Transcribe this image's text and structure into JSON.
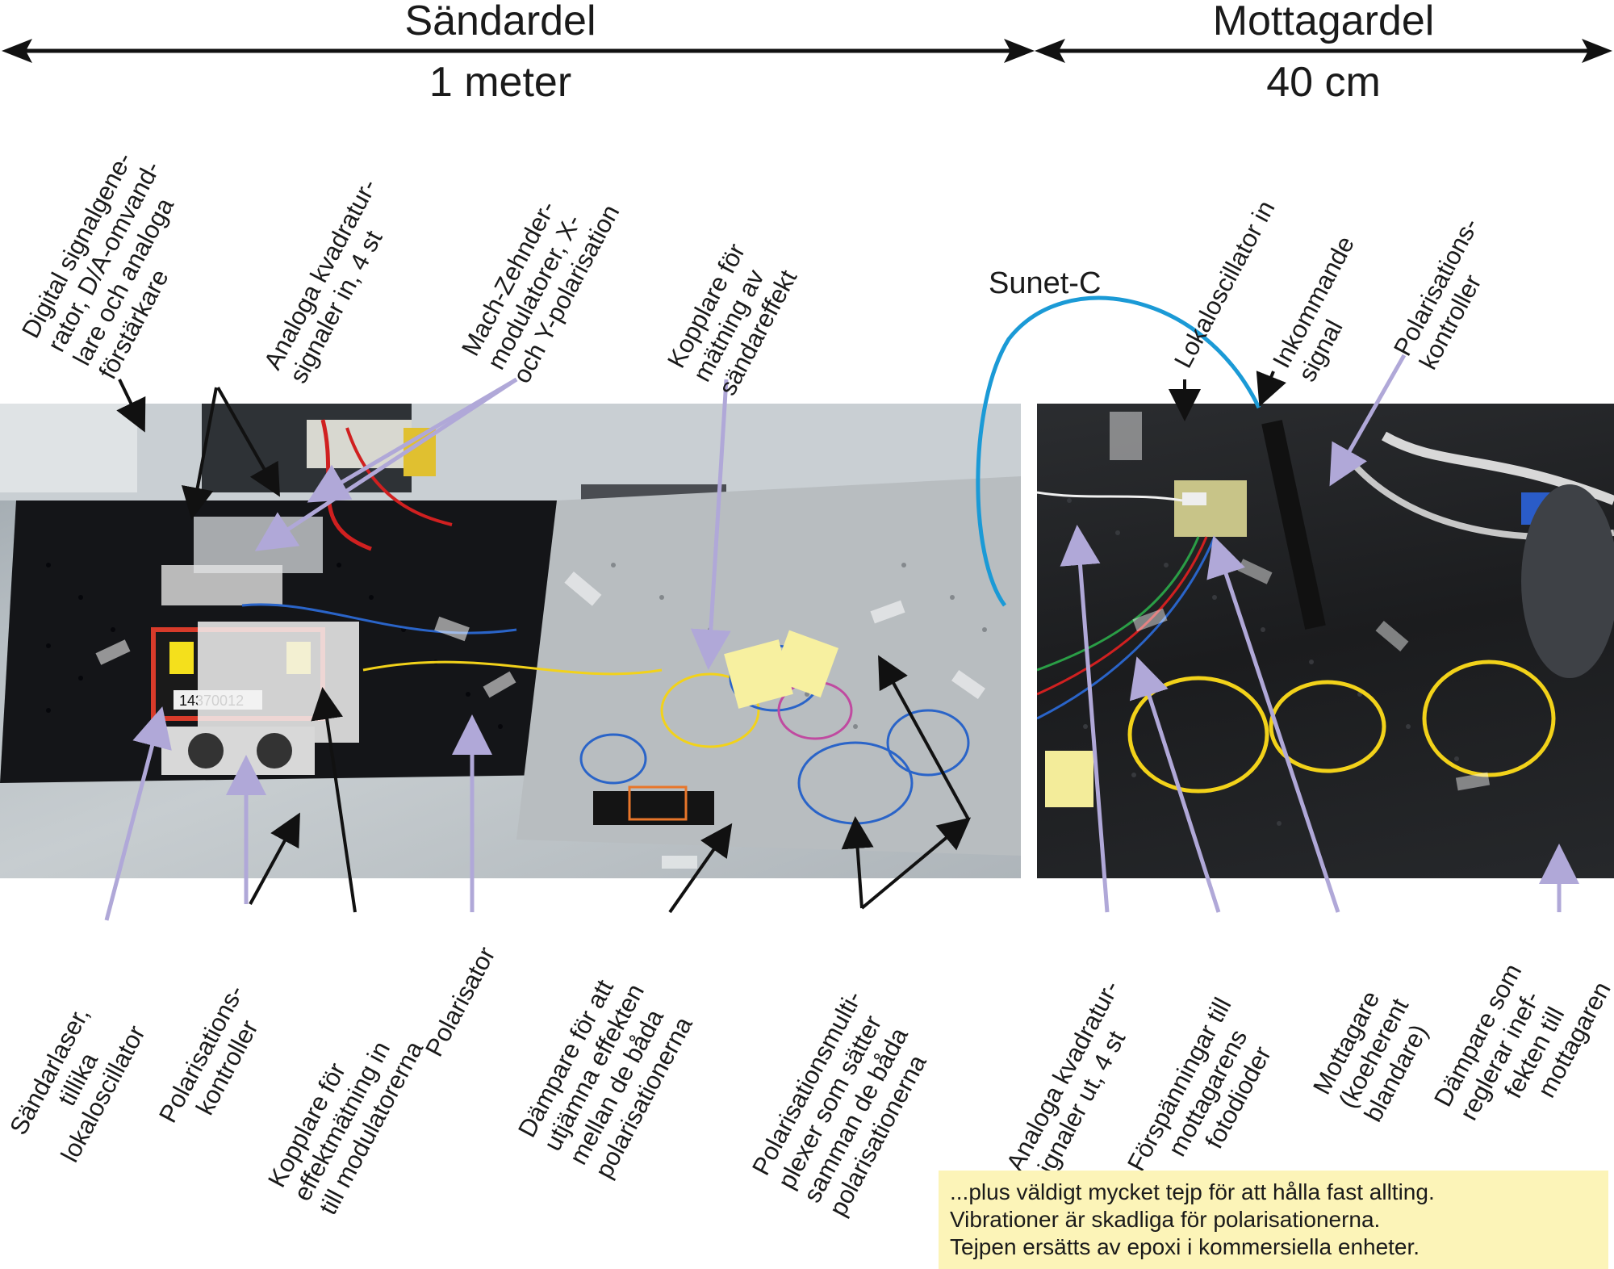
{
  "header": {
    "sender_title": "Sändardel",
    "sender_length": "1 meter",
    "receiver_title": "Mottagardel",
    "receiver_length": "40 cm"
  },
  "top_labels": {
    "digital": [
      "Digital signalgene-",
      "rator, D/A-omvand-",
      "lare och analoga",
      "förstärkare"
    ],
    "analog_in": [
      "Analoga kvadratur-",
      "signaler in, 4 st"
    ],
    "mach_zehnder": [
      "Mach-Zehnder-",
      "modulatorer, X-",
      "och Y-polarisation"
    ],
    "coupler_power": [
      "Kopplare för",
      "mätning av",
      "sändareffekt"
    ],
    "sunet": "Sunet-C",
    "lo_in": [
      "Lokaloscillator in"
    ],
    "incoming": [
      "Inkommande",
      "signal"
    ],
    "pol_ctrl_rx": [
      "Polarisations-",
      "kontroller"
    ]
  },
  "bottom_labels": {
    "laser": [
      "Sändarlaser,",
      "tillika",
      "lokaloscillator"
    ],
    "pol_ctrl_tx": [
      "Polarisations-",
      "kontroller"
    ],
    "coupler_mod": [
      "Kopplare för",
      "effektmätning in",
      "till modulatorerna"
    ],
    "polarizer": [
      "Polarisator"
    ],
    "attenuator": [
      "Dämpare för att",
      "utjämna effekten",
      "mellan de båda",
      "polarisationerna"
    ],
    "pol_mux": [
      "Polarisationsmulti-",
      "plexer som sätter",
      "samman de båda",
      "polarisationerna"
    ],
    "analog_out": [
      "Analoga kvadratur-",
      "signaler ut, 4 st"
    ],
    "bias": [
      "Förspänningar till",
      "mottagarens",
      "fotodioder"
    ],
    "receiver": [
      "Mottagare",
      "(koeherent",
      "blandare)"
    ],
    "rx_attenuator": [
      "Dämpare som",
      "reglerar inef-",
      "fekten till",
      "mottagaren"
    ]
  },
  "photo_text": {
    "serial": "14370012"
  },
  "note": [
    "...plus väldigt mycket tejp för att hålla fast allting.",
    "Vibrationer är skadliga för polarisationerna.",
    "Tejpen ersätts av epoxi i kommersiella enheter."
  ],
  "colors": {
    "arrow_black": "#111111",
    "arrow_lavender": "#b0a8d8",
    "sunet_cable": "#1b9ad6",
    "note_bg": "#fcf4b8",
    "fiber_yellow": "#f2d21a",
    "fiber_blue": "#2a64c8"
  }
}
